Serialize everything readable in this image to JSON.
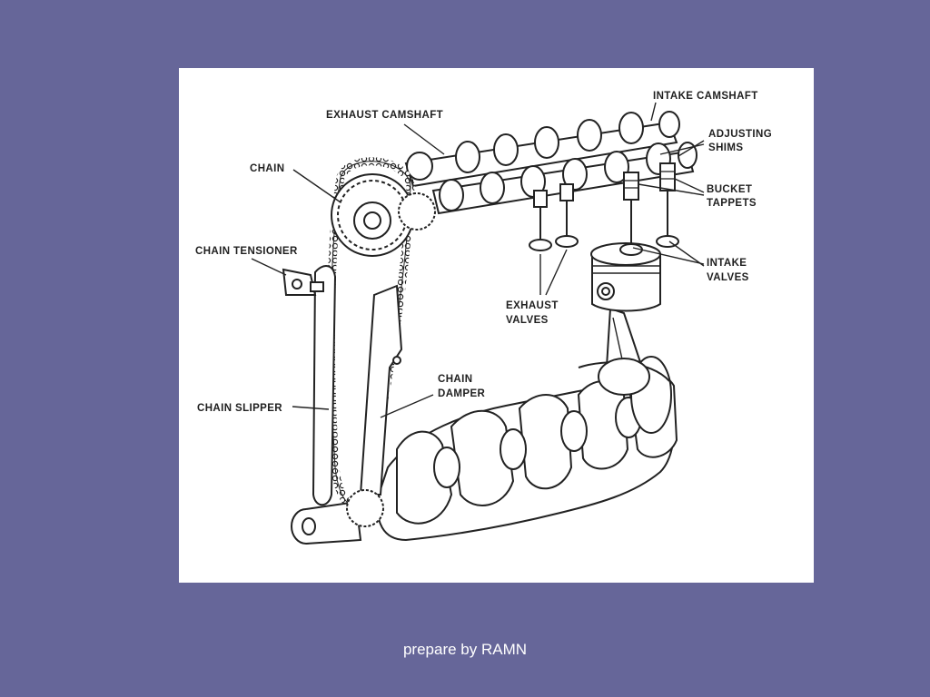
{
  "diagram": {
    "labels": {
      "exhaust_camshaft": "EXHAUST CAMSHAFT",
      "intake_camshaft": "INTAKE CAMSHAFT",
      "adjusting_shims_1": "ADJUSTING",
      "adjusting_shims_2": "SHIMS",
      "bucket_tappets_1": "BUCKET",
      "bucket_tappets_2": "TAPPETS",
      "chain": "CHAIN",
      "chain_tensioner": "CHAIN TENSIONER",
      "exhaust_valves_1": "EXHAUST",
      "exhaust_valves_2": "VALVES",
      "intake_valves_1": "INTAKE",
      "intake_valves_2": "VALVES",
      "chain_damper_1": "CHAIN",
      "chain_damper_2": "DAMPER",
      "chain_slipper": "CHAIN SLIPPER"
    }
  },
  "footer": {
    "credit": "prepare by RAMN"
  }
}
